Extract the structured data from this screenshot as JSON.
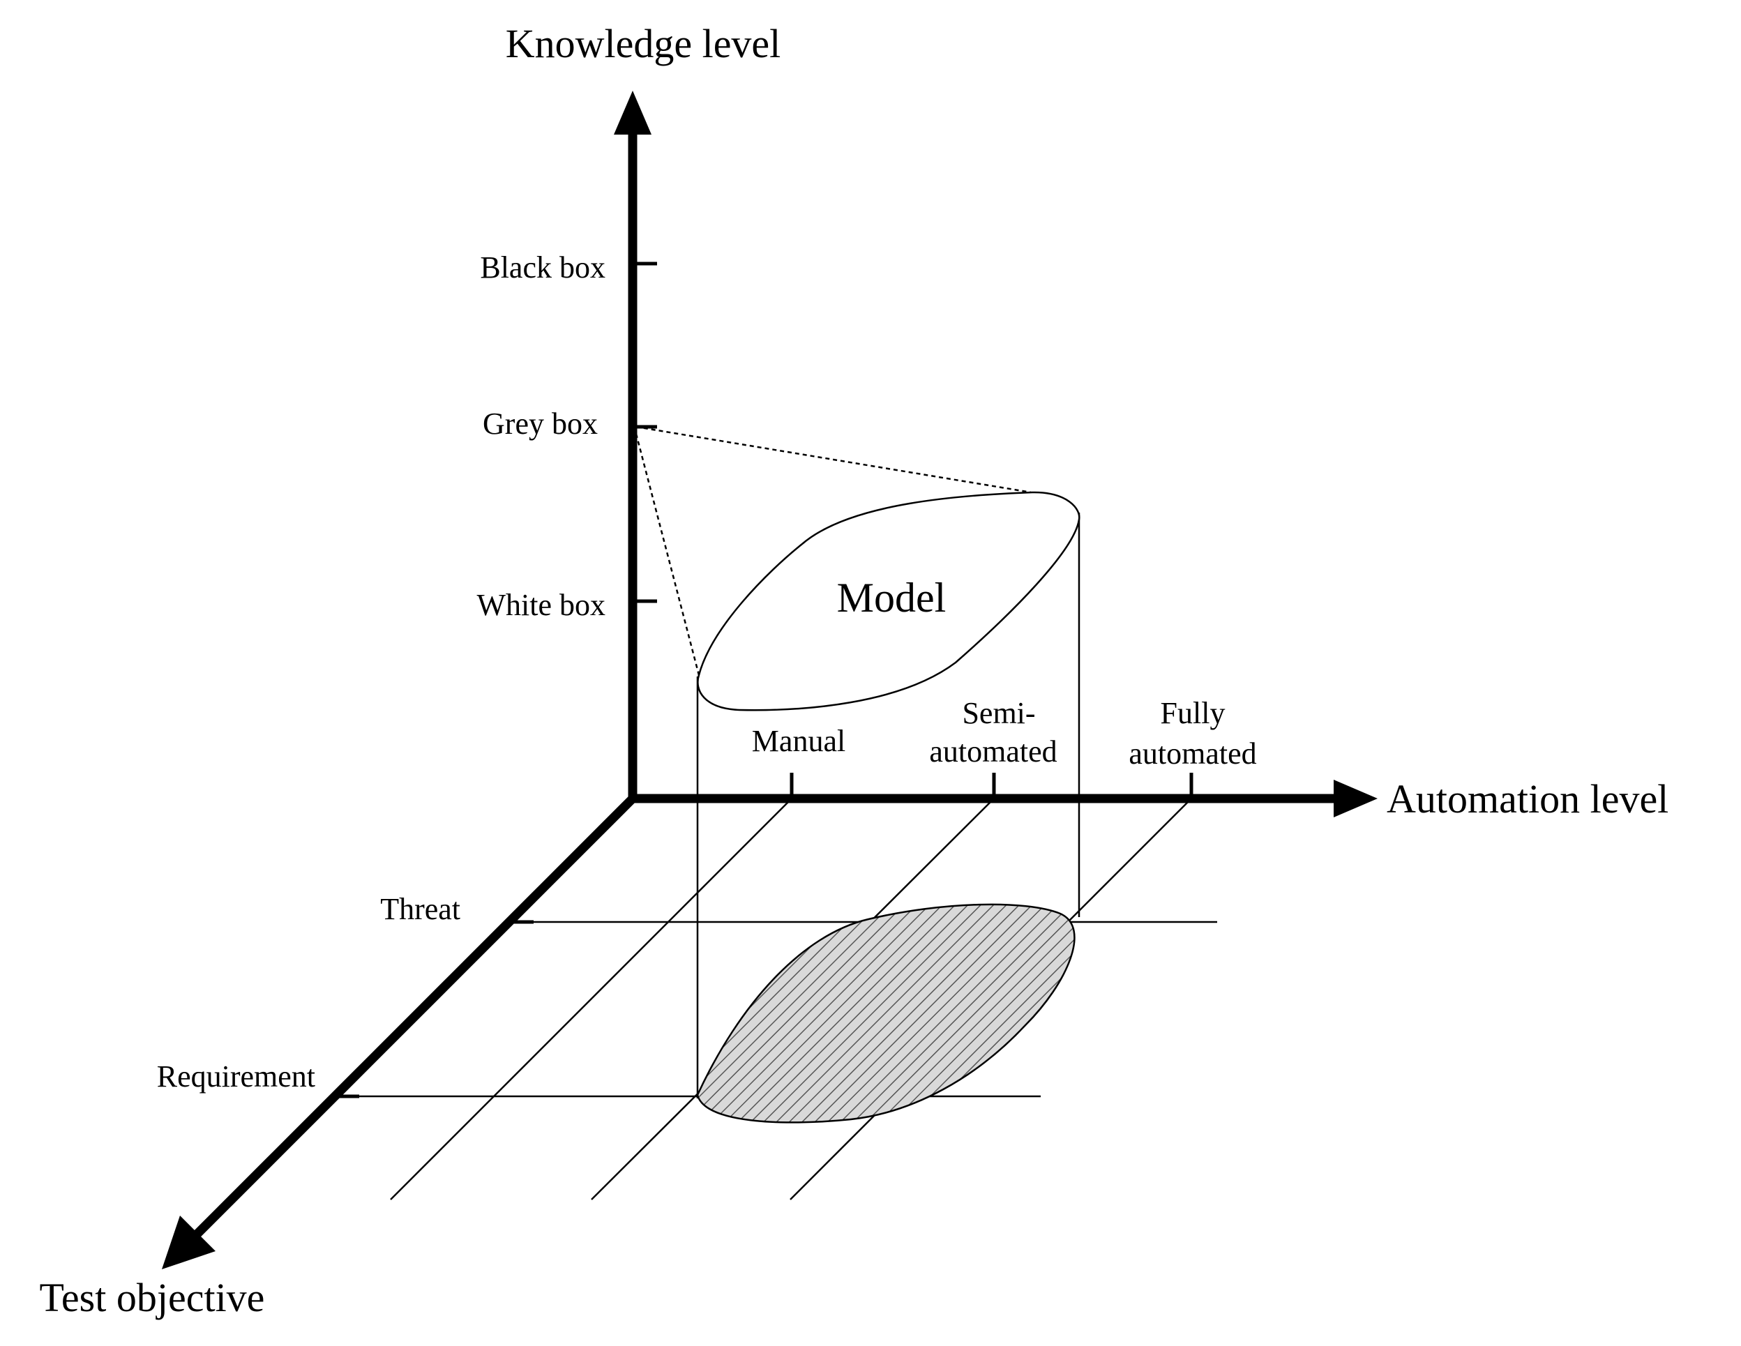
{
  "axes": {
    "vertical": {
      "title": "Knowledge level",
      "ticks": [
        "Black box",
        "Grey box",
        "White box"
      ]
    },
    "horizontal": {
      "title": "Automation level",
      "ticks": [
        {
          "lines": [
            "Manual"
          ]
        },
        {
          "lines": [
            "Semi-",
            "automated"
          ]
        },
        {
          "lines": [
            "Fully",
            "automated"
          ]
        }
      ]
    },
    "depth": {
      "title": "Test objective",
      "ticks": [
        "Threat",
        "Requirement"
      ]
    }
  },
  "model": {
    "label": "Model"
  },
  "colors": {
    "ink": "#000000",
    "hatch_fill": "#d9d9d9",
    "background": "#ffffff"
  }
}
